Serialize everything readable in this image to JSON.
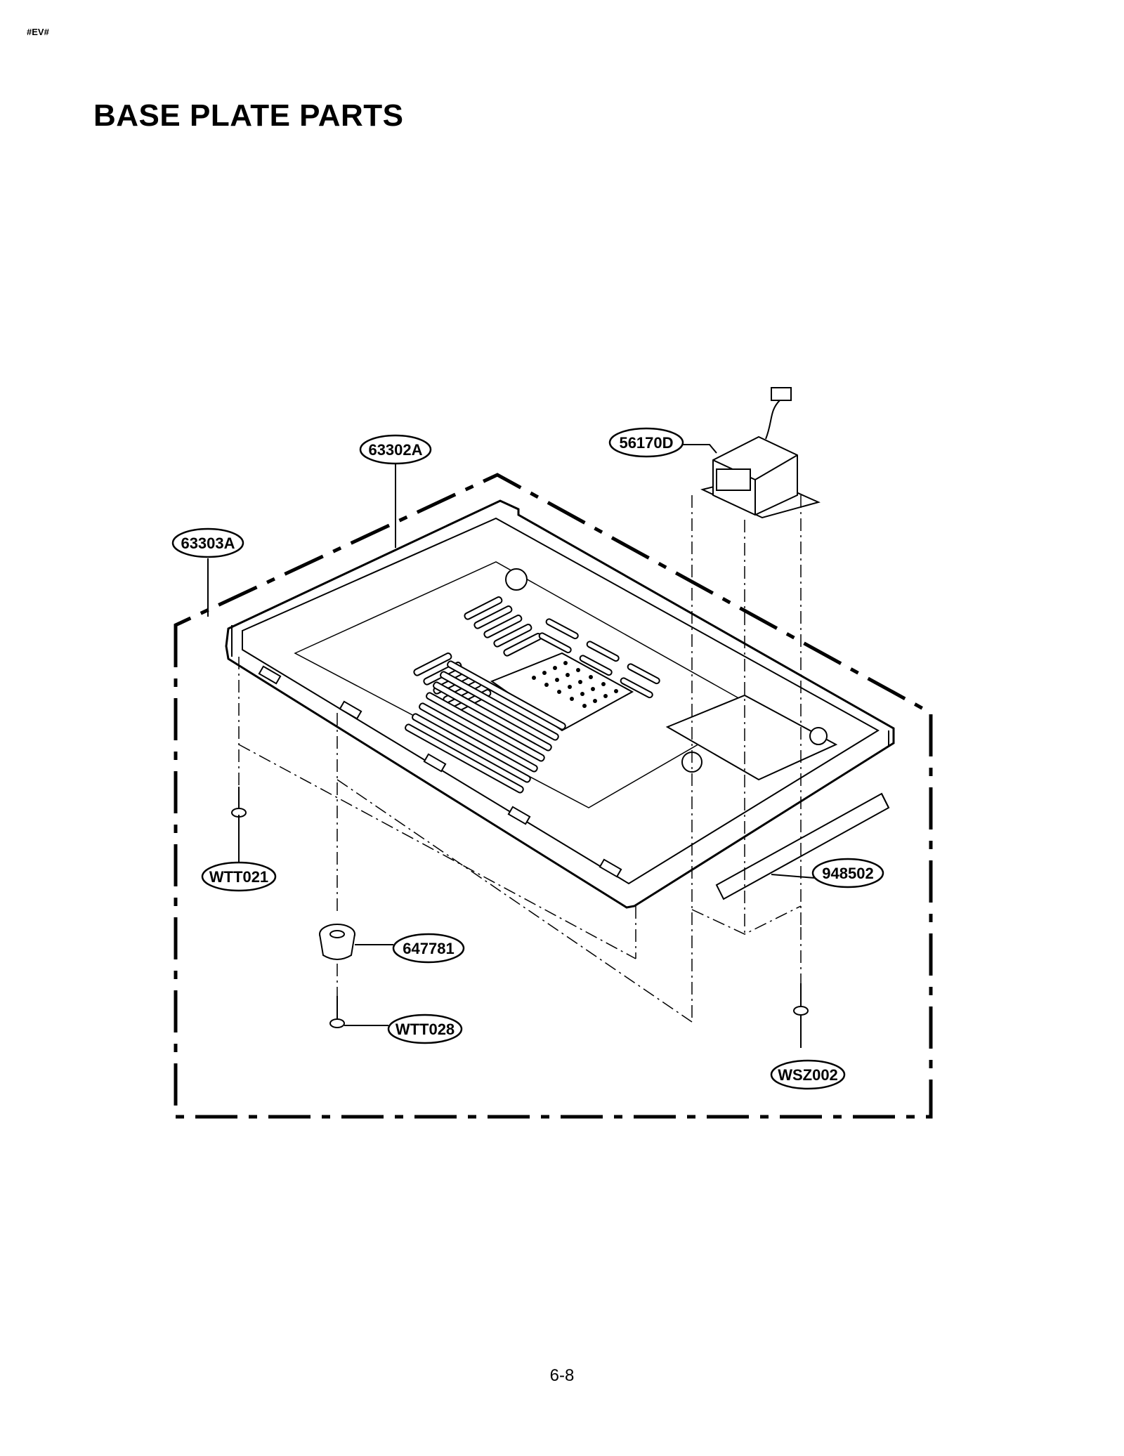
{
  "header": {
    "doc_code": "#EV#"
  },
  "title": "BASE PLATE PARTS",
  "footer": {
    "page_number": "6-8"
  },
  "callouts": [
    {
      "id": "63302A",
      "label": "63302A"
    },
    {
      "id": "56170D",
      "label": "56170D"
    },
    {
      "id": "63303A",
      "label": "63303A"
    },
    {
      "id": "WTT021",
      "label": "WTT021"
    },
    {
      "id": "948502",
      "label": "948502"
    },
    {
      "id": "647781",
      "label": "647781"
    },
    {
      "id": "WTT028",
      "label": "WTT028"
    },
    {
      "id": "WSZ002",
      "label": "WSZ002"
    }
  ]
}
